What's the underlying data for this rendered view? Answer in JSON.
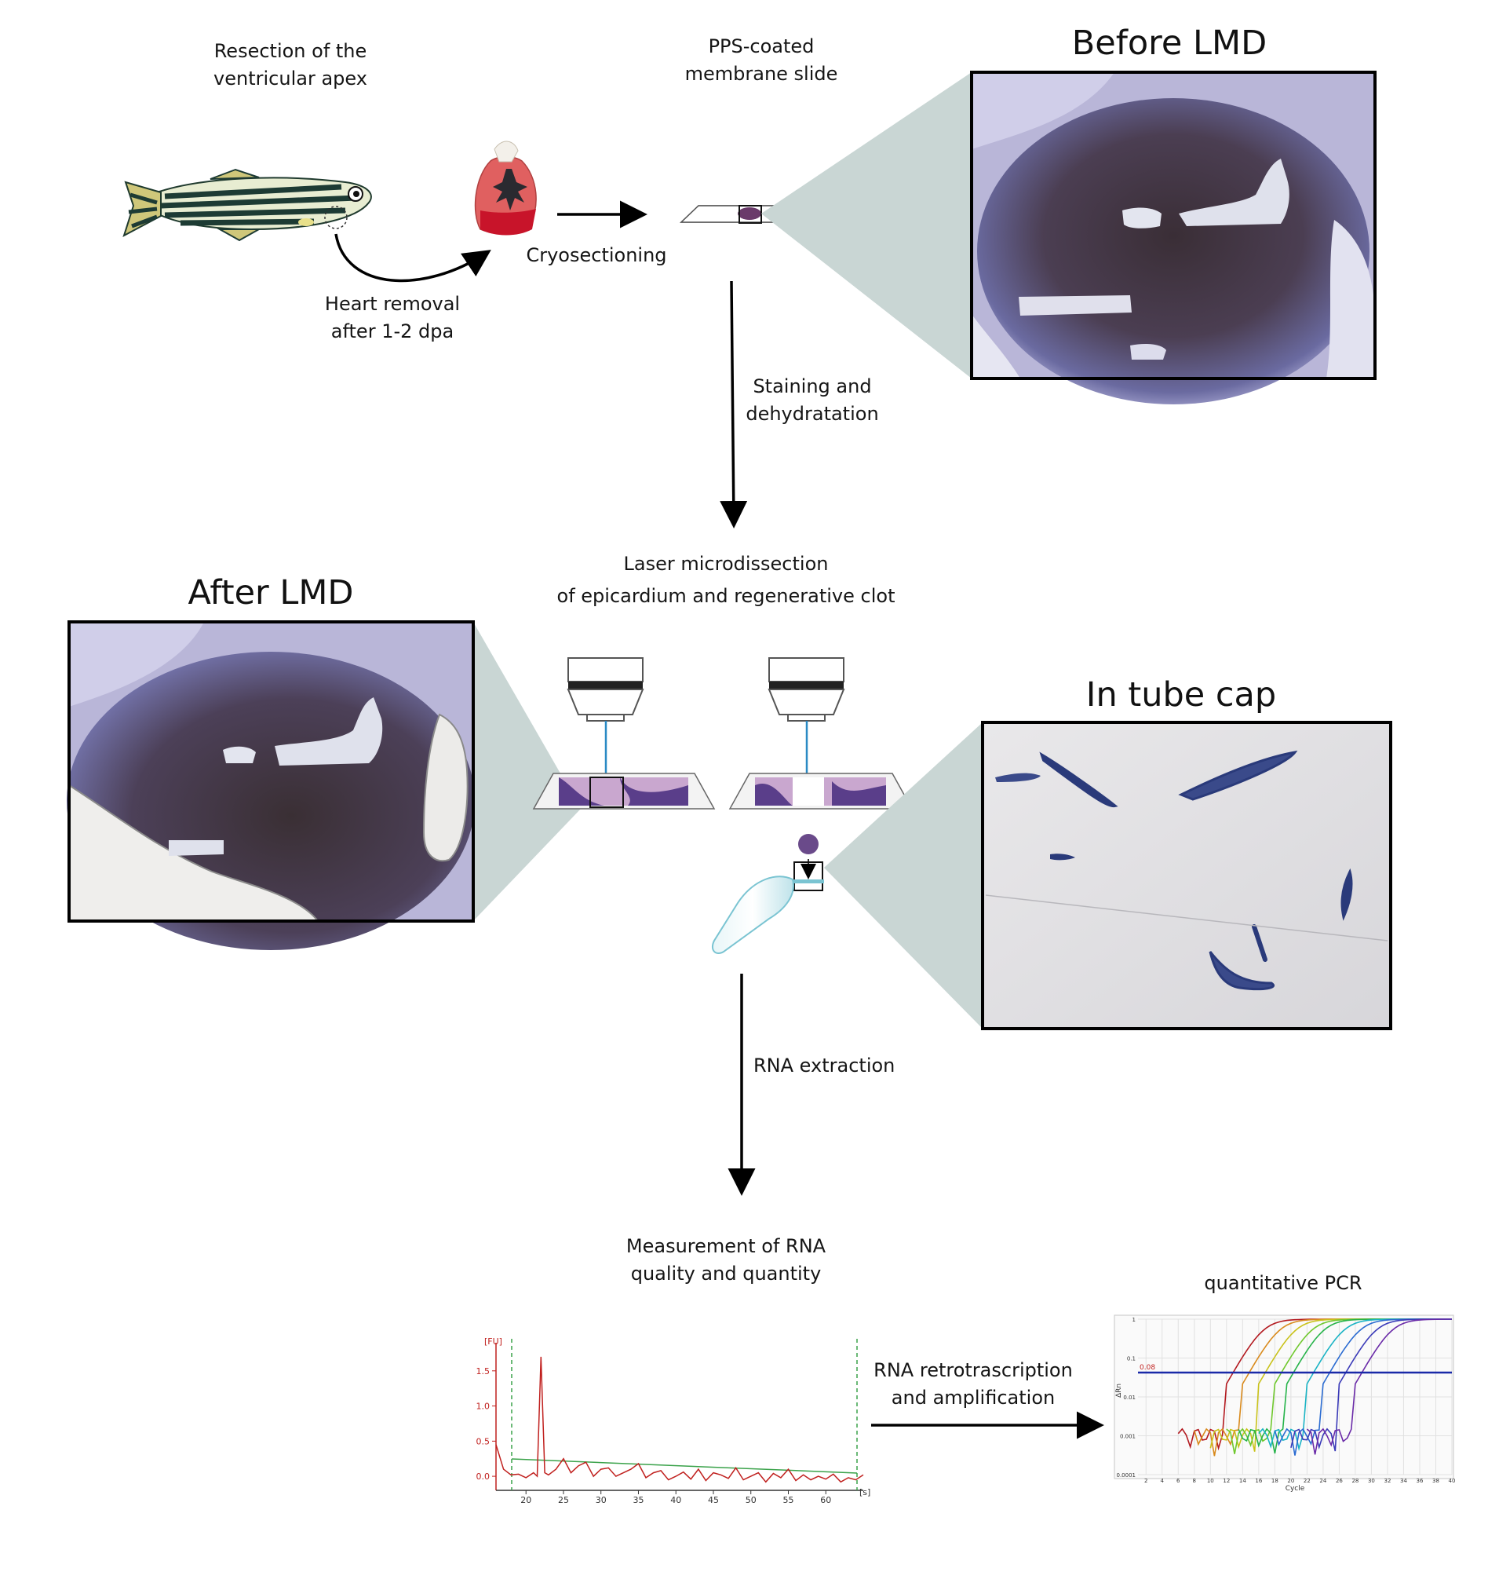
{
  "steps": {
    "resection": [
      "Resection of the",
      "ventricular apex"
    ],
    "slide": [
      "PPS-coated",
      "membrane slide"
    ],
    "heart_removal": [
      "Heart  removal",
      "after  1-2 dpa"
    ],
    "cryo": "Cryosectioning",
    "staining": [
      "Staining and",
      "dehydratation"
    ],
    "lmd": [
      "Laser microdissection",
      "of epicardium and regenerative clot"
    ],
    "rna_extraction": "RNA extraction",
    "measurement": [
      "Measurement of RNA",
      "quality and quantity"
    ],
    "retro": [
      "RNA retrotrascription",
      "and amplification"
    ],
    "qpcr": "quantitative PCR"
  },
  "panels": {
    "before": "Before LMD",
    "after": "After LMD",
    "tube": "In tube cap"
  },
  "colors": {
    "arrow": "#000000",
    "trace_red": "#c0201e",
    "baseline_green": "#3aa24a",
    "threshold_blue": "#1a2aa8",
    "stain_purple": "#4a3f8f",
    "cone_gray": "#c9d6d4"
  },
  "chart_data": [
    {
      "type": "line",
      "title": "",
      "ylabel": "[FU]",
      "xlabel": "[s]",
      "x_ticks": [
        "20",
        "25",
        "30",
        "35",
        "40",
        "45",
        "50",
        "55",
        "60"
      ],
      "y_ticks": [
        "1.5",
        "1.0",
        "0.5",
        "0.0"
      ],
      "xlim": [
        16,
        65
      ],
      "ylim": [
        -0.2,
        1.9
      ],
      "series": [
        {
          "values_x": [
            16,
            17,
            18,
            19,
            20,
            21,
            21.5,
            22,
            22.5,
            23,
            24,
            25,
            26,
            27,
            28,
            29,
            30,
            31,
            32,
            33,
            34,
            35,
            36,
            37,
            38,
            39,
            40,
            41,
            42,
            43,
            44,
            45,
            46,
            47,
            48,
            49,
            50,
            51,
            52,
            53,
            54,
            55,
            56,
            57,
            58,
            59,
            60,
            61,
            62,
            63,
            64,
            65
          ],
          "values_y": [
            0.45,
            0.1,
            0.02,
            0.03,
            -0.02,
            0.05,
            0.0,
            1.7,
            0.05,
            0.02,
            0.1,
            0.25,
            0.05,
            0.15,
            0.2,
            0.0,
            0.1,
            0.12,
            0.0,
            0.05,
            0.1,
            0.18,
            -0.02,
            0.05,
            0.08,
            -0.05,
            0.0,
            0.06,
            -0.04,
            0.1,
            -0.06,
            0.05,
            0.02,
            -0.03,
            0.12,
            -0.05,
            0.0,
            0.05,
            -0.08,
            0.04,
            -0.02,
            0.1,
            -0.06,
            0.02,
            -0.05,
            0.0,
            -0.04,
            0.03,
            -0.08,
            -0.02,
            -0.05,
            0.02
          ]
        }
      ]
    },
    {
      "type": "line",
      "title": "",
      "ylabel": "ΔRn",
      "xlabel": "Cycle",
      "x_ticks": [
        "2",
        "4",
        "6",
        "8",
        "10",
        "12",
        "14",
        "16",
        "18",
        "20",
        "22",
        "24",
        "26",
        "28",
        "30",
        "32",
        "34",
        "36",
        "38",
        "40"
      ],
      "y_ticks": [
        "1",
        "0.1",
        "0.01",
        "0.001",
        "0.0001"
      ],
      "threshold_label": "0.08",
      "xlim": [
        1,
        40
      ],
      "ylim": [
        0.0001,
        1
      ],
      "y_scale": "log",
      "amplification_ct": [
        {
          "ct": 14,
          "color": "#b3191f"
        },
        {
          "ct": 16,
          "color": "#d98a1c"
        },
        {
          "ct": 18,
          "color": "#c9c21a"
        },
        {
          "ct": 20,
          "color": "#6fc82d"
        },
        {
          "ct": 21.5,
          "color": "#26b34a"
        },
        {
          "ct": 24,
          "color": "#19b3c4"
        },
        {
          "ct": 26,
          "color": "#2a6bd1"
        },
        {
          "ct": 28,
          "color": "#3a3ab8"
        },
        {
          "ct": 30,
          "color": "#6a2aa8"
        }
      ]
    }
  ]
}
